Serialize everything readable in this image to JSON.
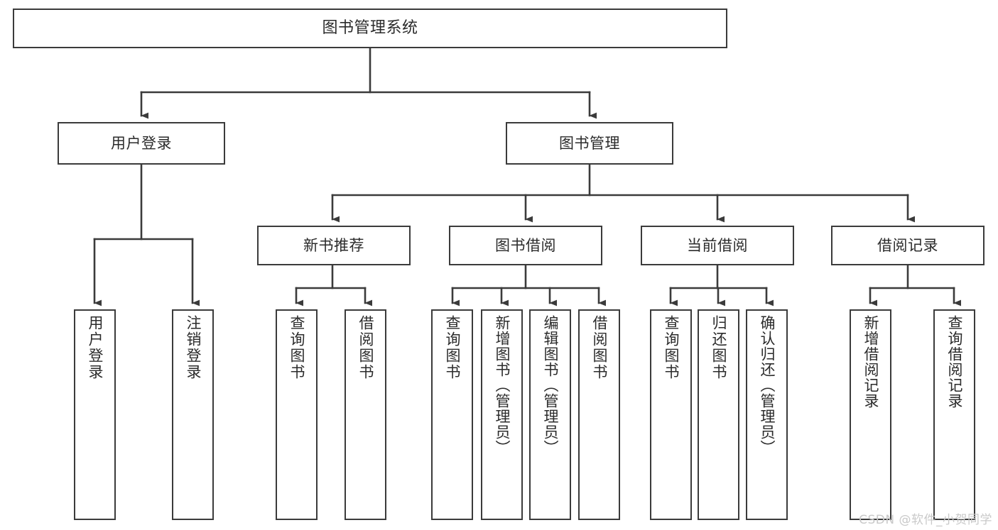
{
  "diagram": {
    "type": "tree-hierarchy-chart",
    "title": "图书管理系统",
    "line_color": "#3b3b3b",
    "text_color": "#2b2b2b",
    "background": "#ffffff",
    "root": {
      "id": "root",
      "label": "图书管理系统",
      "orientation": "horizontal"
    },
    "level1": [
      {
        "id": "user-login",
        "label": "用户登录",
        "orientation": "horizontal"
      },
      {
        "id": "book-manage",
        "label": "图书管理",
        "orientation": "horizontal"
      }
    ],
    "level2": [
      {
        "id": "new-book-recommend",
        "label": "新书推荐",
        "orientation": "horizontal",
        "parent": "book-manage"
      },
      {
        "id": "book-borrow",
        "label": "图书借阅",
        "orientation": "horizontal",
        "parent": "book-manage"
      },
      {
        "id": "current-borrow",
        "label": "当前借阅",
        "orientation": "horizontal",
        "parent": "book-manage"
      },
      {
        "id": "borrow-record",
        "label": "借阅记录",
        "orientation": "horizontal",
        "parent": "book-manage"
      }
    ],
    "leaves": [
      {
        "id": "leaf-user-login",
        "label": "用户登录",
        "orientation": "vertical",
        "parent": "user-login"
      },
      {
        "id": "leaf-logout-login",
        "label": "注销登录",
        "orientation": "vertical",
        "parent": "user-login"
      },
      {
        "id": "leaf-query-book-1",
        "label": "查询图书",
        "orientation": "vertical",
        "parent": "new-book-recommend"
      },
      {
        "id": "leaf-borrow-book-1",
        "label": "借阅图书",
        "orientation": "vertical",
        "parent": "new-book-recommend"
      },
      {
        "id": "leaf-query-book-2",
        "label": "查询图书",
        "orientation": "vertical",
        "parent": "book-borrow"
      },
      {
        "id": "leaf-add-book-admin",
        "label": "新增图书（管理员）",
        "orientation": "vertical",
        "parent": "book-borrow"
      },
      {
        "id": "leaf-edit-book-admin",
        "label": "编辑图书（管理员）",
        "orientation": "vertical",
        "parent": "book-borrow"
      },
      {
        "id": "leaf-borrow-book-2",
        "label": "借阅图书",
        "orientation": "vertical",
        "parent": "book-borrow"
      },
      {
        "id": "leaf-query-book-3",
        "label": "查询图书",
        "orientation": "vertical",
        "parent": "current-borrow"
      },
      {
        "id": "leaf-return-book",
        "label": "归还图书",
        "orientation": "vertical",
        "parent": "current-borrow"
      },
      {
        "id": "leaf-confirm-return-admin",
        "label": "确认归还（管理员）",
        "orientation": "vertical",
        "parent": "current-borrow"
      },
      {
        "id": "leaf-add-borrow-record",
        "label": "新增借阅记录",
        "orientation": "vertical",
        "parent": "borrow-record"
      },
      {
        "id": "leaf-query-borrow-record",
        "label": "查询借阅记录",
        "orientation": "vertical",
        "parent": "borrow-record"
      }
    ]
  },
  "watermark": {
    "text": "CSDN @软件_小贺同学"
  }
}
